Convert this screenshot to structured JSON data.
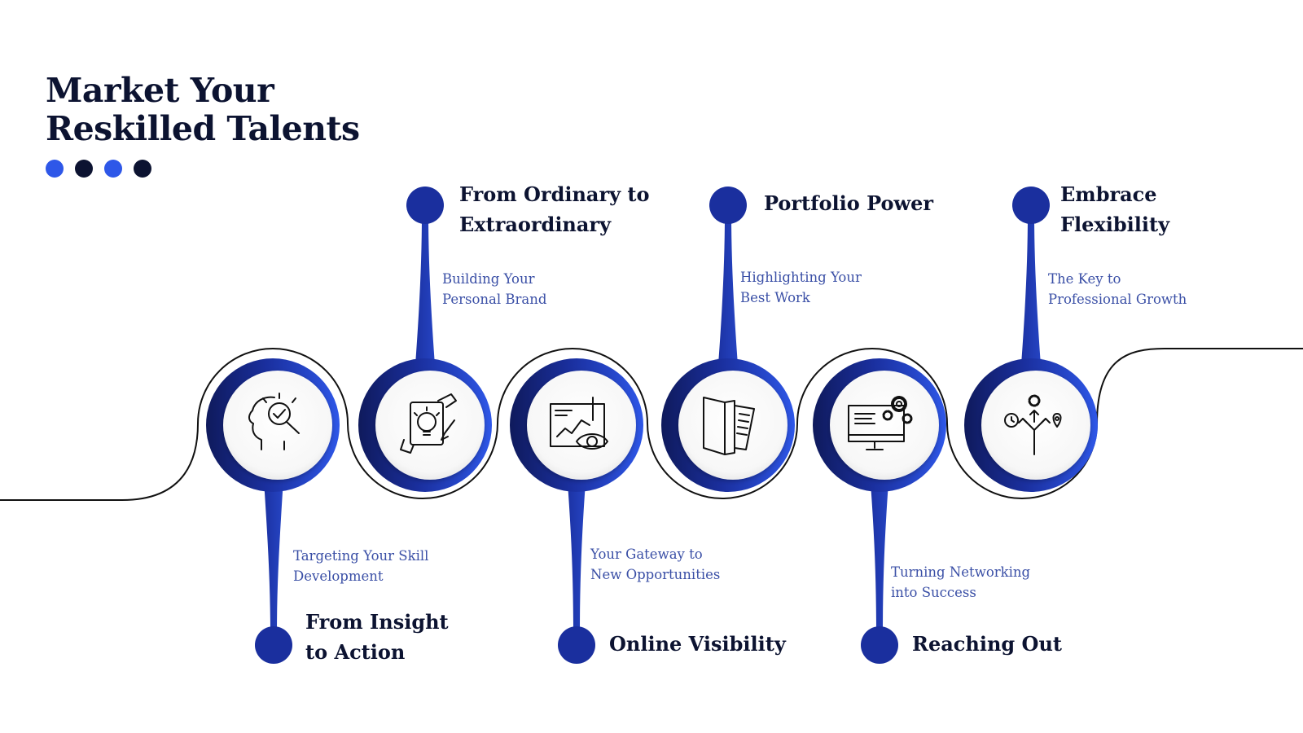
{
  "title": {
    "line1": "Market Your",
    "line2": "Reskilled Talents"
  },
  "dots": [
    "#2e57e8",
    "#0c1331",
    "#2e57e8",
    "#0c1331"
  ],
  "colors": {
    "deep_blue": "#1a2f9e",
    "bright_blue": "#2e57e8",
    "navy": "#0c1331",
    "subtitle": "#3a4fa6"
  },
  "steps": [
    {
      "title_lines": [
        "From Insight",
        "to Action"
      ],
      "subtitle_lines": [
        "Targeting Your Skill",
        "Development"
      ],
      "icon": "head-magnifier-icon"
    },
    {
      "title_lines": [
        "From Ordinary to",
        "Extraordinary"
      ],
      "subtitle_lines": [
        "Building Your",
        "Personal Brand"
      ],
      "icon": "lightbulb-hands-icon"
    },
    {
      "title_lines": [
        "Online Visibility"
      ],
      "subtitle_lines": [
        "Your Gateway to",
        "New Opportunities"
      ],
      "icon": "chart-eye-icon"
    },
    {
      "title_lines": [
        "Portfolio Power"
      ],
      "subtitle_lines": [
        "Highlighting Your",
        "Best Work"
      ],
      "icon": "folder-documents-icon"
    },
    {
      "title_lines": [
        "Reaching Out"
      ],
      "subtitle_lines": [
        "Turning Networking",
        "into Success"
      ],
      "icon": "monitor-gears-icon"
    },
    {
      "title_lines": [
        "Embrace",
        "Flexibility"
      ],
      "subtitle_lines": [
        "The Key to",
        "Professional Growth"
      ],
      "icon": "direction-arrows-icon"
    }
  ]
}
